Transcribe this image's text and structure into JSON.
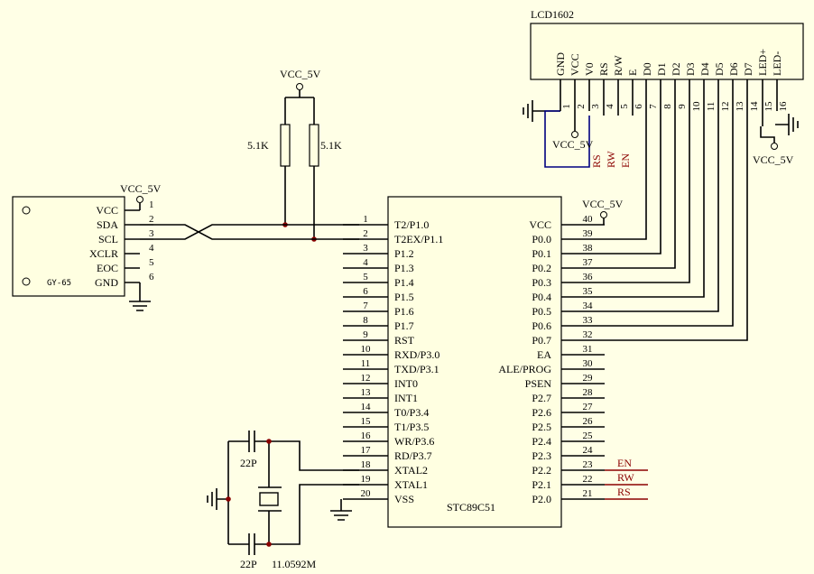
{
  "power_label": "VCC_5V",
  "resistors": {
    "r1": "5.1K",
    "r2": "5.1K"
  },
  "lcd": {
    "name": "LCD1602",
    "pins": [
      "GND",
      "VCC",
      "V0",
      "RS",
      "R/W",
      "E",
      "D0",
      "D1",
      "D2",
      "D3",
      "D4",
      "D5",
      "D6",
      "D7",
      "LED+",
      "LED-"
    ],
    "pin_numbers": [
      "1",
      "2",
      "3",
      "4",
      "5",
      "6",
      "7",
      "8",
      "9",
      "10",
      "11",
      "12",
      "13",
      "14",
      "15",
      "16"
    ],
    "net_labels": {
      "rs": "RS",
      "rw": "RW",
      "en": "EN"
    }
  },
  "sensor": {
    "pins": [
      "VCC",
      "SDA",
      "SCL",
      "XCLR",
      "EOC",
      "GND"
    ],
    "pin_numbers": [
      "1",
      "2",
      "3",
      "4",
      "5",
      "6"
    ],
    "model": "GY-65"
  },
  "mcu": {
    "name": "STC89C51",
    "left_pins": [
      "T2/P1.0",
      "T2EX/P1.1",
      "P1.2",
      "P1.3",
      "P1.4",
      "P1.5",
      "P1.6",
      "P1.7",
      "RST",
      "RXD/P3.0",
      "TXD/P3.1",
      "INT0",
      "INT1",
      "T0/P3.4",
      "T1/P3.5",
      "WR/P3.6",
      "RD/P3.7",
      "XTAL2",
      "XTAL1",
      "VSS"
    ],
    "left_numbers": [
      "1",
      "2",
      "3",
      "4",
      "5",
      "6",
      "7",
      "8",
      "9",
      "10",
      "11",
      "12",
      "13",
      "14",
      "15",
      "16",
      "17",
      "18",
      "19",
      "20"
    ],
    "right_pins": [
      "VCC",
      "P0.0",
      "P0.1",
      "P0.2",
      "P0.3",
      "P0.4",
      "P0.5",
      "P0.6",
      "P0.7",
      "EA",
      "ALE/PROG",
      "PSEN",
      "P2.7",
      "P2.6",
      "P2.5",
      "P2.4",
      "P2.3",
      "P2.2",
      "P2.1",
      "P2.0"
    ],
    "right_numbers": [
      "40",
      "39",
      "38",
      "37",
      "36",
      "35",
      "34",
      "33",
      "32",
      "31",
      "30",
      "29",
      "28",
      "27",
      "26",
      "25",
      "24",
      "23",
      "22",
      "21"
    ],
    "port2_net_labels": {
      "p23": "EN",
      "p22": "RW",
      "p21": "RS"
    }
  },
  "crystal": {
    "cap_top": "22P",
    "cap_bottom": "22P",
    "frequency": "11.0592M"
  },
  "colors": {
    "background": "#ffffe6",
    "wire": "#000000",
    "net_label": "#8b0000",
    "power_wire": "#000080"
  }
}
